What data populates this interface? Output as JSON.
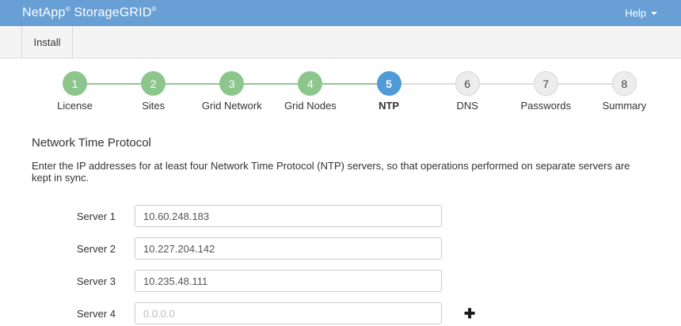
{
  "header": {
    "brand": "NetApp",
    "product": "StorageGRID",
    "reg_mark": "®",
    "help_label": "Help",
    "bg_color": "#68a0d6"
  },
  "tabbar": {
    "install_label": "Install"
  },
  "stepper": {
    "steps": [
      {
        "number": "1",
        "label": "License",
        "state": "completed"
      },
      {
        "number": "2",
        "label": "Sites",
        "state": "completed"
      },
      {
        "number": "3",
        "label": "Grid Network",
        "state": "completed"
      },
      {
        "number": "4",
        "label": "Grid Nodes",
        "state": "completed"
      },
      {
        "number": "5",
        "label": "NTP",
        "state": "active"
      },
      {
        "number": "6",
        "label": "DNS",
        "state": "upcoming"
      },
      {
        "number": "7",
        "label": "Passwords",
        "state": "upcoming"
      },
      {
        "number": "8",
        "label": "Summary",
        "state": "upcoming"
      }
    ],
    "colors": {
      "completed": "#8dc68d",
      "active": "#509bd6",
      "upcoming": "#ededed",
      "connector_done": "#8dc68d",
      "connector_todo": "#dddddd"
    }
  },
  "ntp": {
    "heading": "Network Time Protocol",
    "description": "Enter the IP addresses for at least four Network Time Protocol (NTP) servers, so that operations performed on separate servers are kept in sync.",
    "servers": [
      {
        "label": "Server 1",
        "value": "10.60.248.183"
      },
      {
        "label": "Server 2",
        "value": "10.227.204.142"
      },
      {
        "label": "Server 3",
        "value": "10.235.48.111"
      },
      {
        "label": "Server 4",
        "value": "",
        "placeholder": "0.0.0.0"
      }
    ],
    "add_icon": "✚"
  }
}
